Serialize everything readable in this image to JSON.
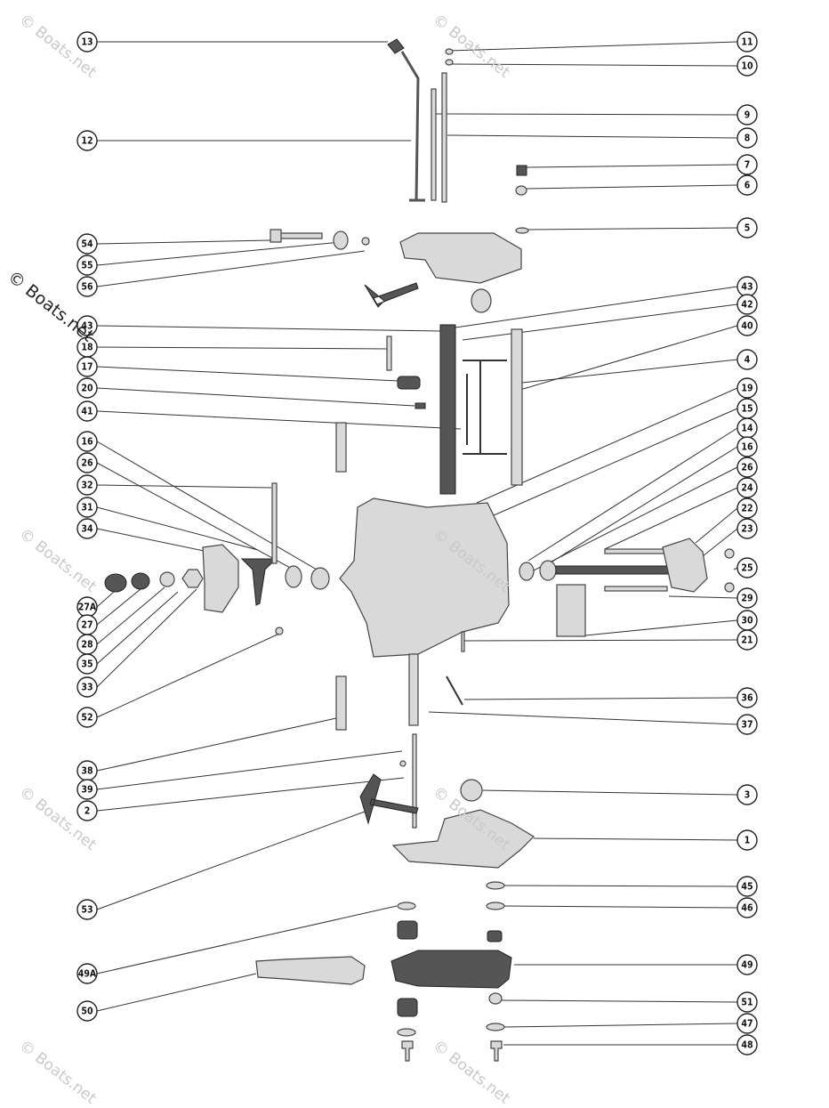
{
  "watermark": {
    "main": "© Boats.net",
    "faint": "© Boats.net"
  },
  "callouts": {
    "left": [
      "13",
      "12",
      "54",
      "55",
      "56",
      "43",
      "18",
      "17",
      "20",
      "41",
      "16",
      "26",
      "32",
      "31",
      "34",
      "27A",
      "27",
      "28",
      "35",
      "33",
      "52",
      "38",
      "39",
      "2",
      "53",
      "49A",
      "50"
    ],
    "right": [
      "11",
      "10",
      "9",
      "8",
      "7",
      "6",
      "5",
      "43",
      "42",
      "40",
      "4",
      "19",
      "15",
      "14",
      "16",
      "26",
      "24",
      "22",
      "23",
      "25",
      "29",
      "30",
      "21",
      "36",
      "37",
      "3",
      "1",
      "45",
      "46",
      "49",
      "51",
      "47",
      "48"
    ]
  },
  "colors": {
    "ink": "#222222",
    "part_fill": "#d9d9d9",
    "paper": "#ffffff"
  }
}
